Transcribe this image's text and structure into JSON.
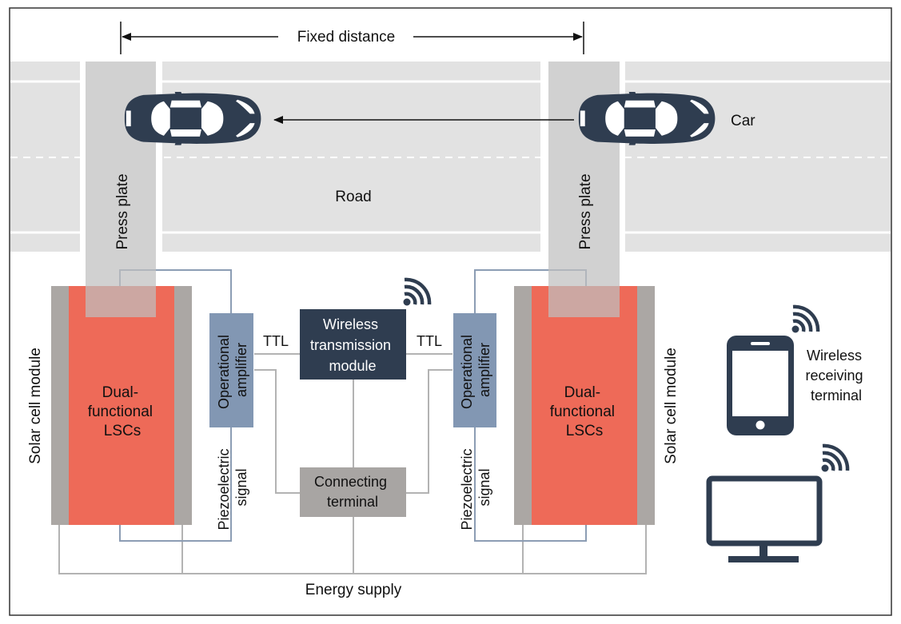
{
  "labels": {
    "fixed_distance": "Fixed distance",
    "car": "Car",
    "road": "Road",
    "press_plate_left": "Press plate",
    "press_plate_right": "Press plate",
    "solar_cell_module_left": "Solar cell module",
    "solar_cell_module_right": "Solar cell module",
    "lsc_left": [
      "Dual-",
      "functional",
      "LSCs"
    ],
    "lsc_right": [
      "Dual-",
      "functional",
      "LSCs"
    ],
    "op_amp_left": [
      "Operational",
      "amplifier"
    ],
    "op_amp_right": [
      "Operational",
      "amplifier"
    ],
    "ttl_left": "TTL",
    "ttl_right": "TTL",
    "wireless_module": [
      "Wireless",
      "transmission",
      "module"
    ],
    "connecting_terminal": [
      "Connecting",
      "terminal"
    ],
    "piezo_left": [
      "Piezoelectric",
      "signal"
    ],
    "piezo_right": [
      "Piezoelectric",
      "signal"
    ],
    "wireless_receiving": [
      "Wireless",
      "receiving",
      "terminal"
    ],
    "energy_supply": "Energy supply"
  },
  "colors": {
    "road": "#e2e2e2",
    "lane_line": "#ffffff",
    "press_plate": "#bfbfbf",
    "solar_frame": "#aba7a4",
    "lsc": "#ee6a58",
    "op_amp": "#8297b3",
    "wireless_module": "#2f3d50",
    "connecting_terminal": "#a8a5a3",
    "wire_blue": "#8c9db4",
    "wire_gray": "#b3b3b3",
    "car_body": "#2f3d50",
    "device": "#2f3d50"
  },
  "icons": [
    "car-icon",
    "wifi-icon",
    "smartphone-icon",
    "monitor-icon"
  ]
}
